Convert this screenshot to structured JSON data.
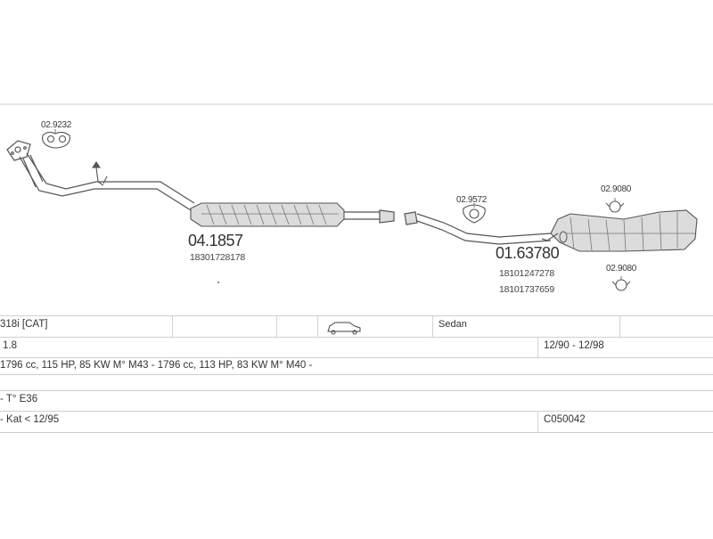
{
  "parts": {
    "gasket_1": "02.9232",
    "front_muffler_code": "04.1857",
    "front_muffler_oe": "18301728178",
    "gasket_2": "02.9572",
    "rear_muffler_code": "01.63780",
    "rear_muffler_oe_1": "18101247278",
    "rear_muffler_oe_2": "18101737659",
    "clamp_top": "02.9080",
    "clamp_bottom": "02.9080"
  },
  "table": {
    "model": "318i  [CAT]",
    "body": "Sedan",
    "engine": "1.8",
    "years": "12/90 - 12/98",
    "specs": "1796 cc, 115 HP, 85 KW M° M43 - 1796 cc, 113 HP, 83 KW M° M40 -",
    "type": "- T° E36",
    "kat": "- Kat < 12/95",
    "ref": "C050042"
  },
  "colors": {
    "line": "#555555",
    "fill": "#dddddd",
    "grid": "#cfcfcf"
  },
  "icons": {
    "car": "sedan-car-icon"
  }
}
